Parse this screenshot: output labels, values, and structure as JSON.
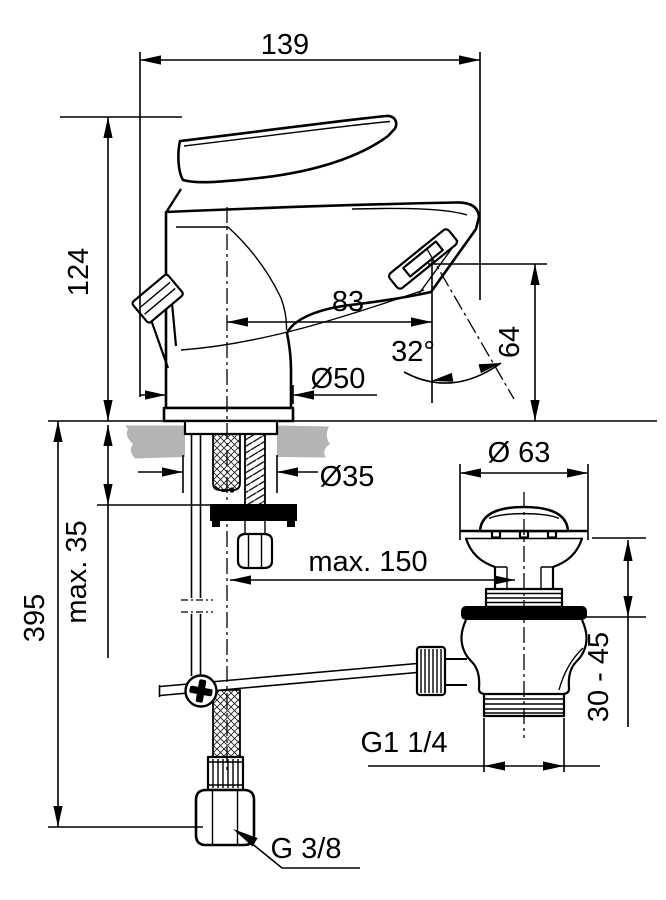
{
  "drawing": {
    "subject": "single-lever basin mixer faucet with pop-up waste, dimensional diagram",
    "colors": {
      "line": "#000000",
      "background": "#ffffff",
      "countertop": "#b4b4b4"
    },
    "dims": {
      "width_139": "139",
      "height_124": "124",
      "reach_83": "83",
      "angle_32": "32°",
      "outlet_height_64": "64",
      "base_dia_50": "Ø50",
      "shank_dia_35": "Ø35",
      "deck_max_35": "max. 35",
      "height_395": "395",
      "rod_max_150": "max. 150",
      "waste_dia_63": "Ø 63",
      "clamp_30_45": "30 - 45",
      "waste_thread": "G1 1/4",
      "hose_thread": "G 3/8"
    }
  }
}
